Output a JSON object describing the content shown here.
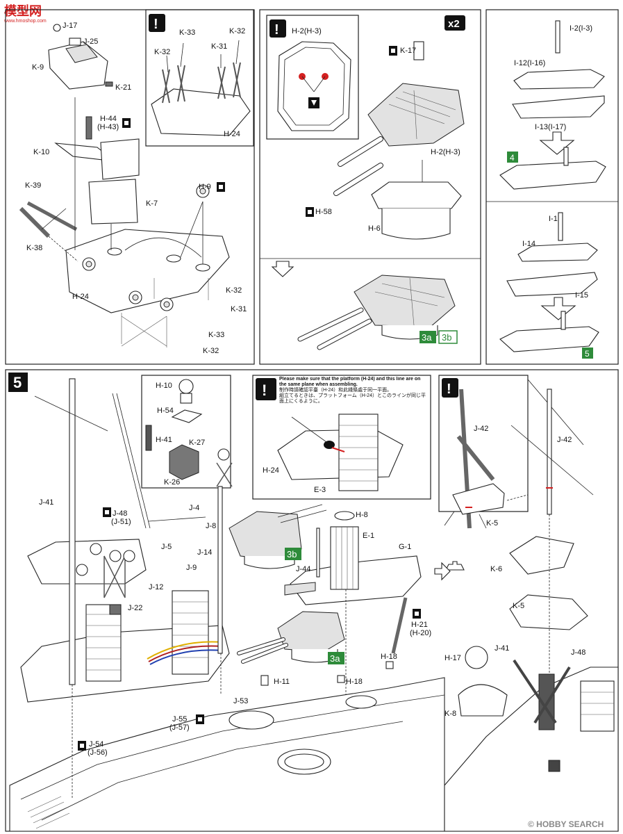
{
  "site_logo": {
    "text": "模型网",
    "url_text": "www.hmoshop.com"
  },
  "watermark": "© HOBBY SEARCH",
  "step5_number": "5",
  "step4_badge": "4",
  "step5_badge": "5",
  "quantity_badge": "x2",
  "warning_note": {
    "english": "Please make sure that the platform (H-24) and this line are on the same plane when assembling.",
    "chinese": "制作時請確認平臺（H-24）和此綫條處于同一平面。",
    "japanese": "組立てるときは、プラットフォーム（H-24）とこのラインが同じ平面上にくるように。"
  },
  "labels": {
    "j17": "J-17",
    "j25": "J-25",
    "k9": "K-9",
    "k21": "K-21",
    "h44": "H-44",
    "h43": "(H-43)",
    "k10": "K-10",
    "k39": "K-39",
    "k38": "K-38",
    "k7": "K-7",
    "h9": "H-9",
    "h24a": "H-24",
    "k32a": "K-32",
    "k31a": "K-31",
    "k33a": "K-33",
    "k32b": "K-32",
    "k33b": "K-33",
    "k32c": "K-32",
    "k31b": "K-31",
    "k32d": "K-32",
    "h24b": "H-24",
    "h2a": "H-2(H-3)",
    "k17": "K-17",
    "h2b": "H-2(H-3)",
    "h58": "H-58",
    "h6": "H-6",
    "b3a": "3a",
    "b3b": "3b",
    "i2": "I-2(I-3)",
    "i12": "I-12(I-16)",
    "i13": "I-13(I-17)",
    "i1": "I-1",
    "i14": "I-14",
    "i15": "I-15",
    "h10": "H-10",
    "h54": "H-54",
    "h41": "H-41",
    "k27": "K-27",
    "k26": "K-26",
    "h24c": "H-24",
    "e3": "E-3",
    "j42a": "J-42",
    "k5a": "K-5",
    "j42b": "J-42",
    "k6": "K-6",
    "k5b": "K-5",
    "j41a": "J-41",
    "j48": "J-48",
    "j51": "(J-51)",
    "j4": "J-4",
    "j8": "J-8",
    "j5": "J-5",
    "j14": "J-14",
    "j9": "J-9",
    "j12": "J-12",
    "j22": "J-22",
    "h8": "H-8",
    "e1": "E-1",
    "g1": "G-1",
    "j44": "J-44",
    "b3b2": "3b",
    "h21": "H-21",
    "h20": "(H-20)",
    "b3a2": "3a",
    "h18a": "H-18",
    "h18b": "H-18",
    "h11": "H-11",
    "j53": "J-53",
    "j55": "J-55",
    "j57": "(J-57)",
    "j54": "J-54",
    "j56": "(J-56)",
    "h17": "H-17",
    "j41b": "J-41",
    "j48b": "J-48",
    "k8": "K-8"
  },
  "colors": {
    "badge_green": "#2e8b3a",
    "warn_red": "#d42020",
    "frame": "#222222"
  }
}
